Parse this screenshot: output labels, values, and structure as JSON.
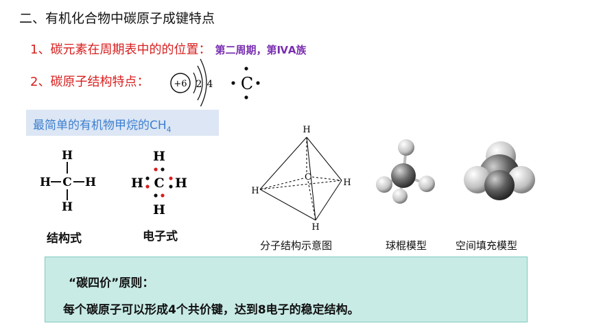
{
  "heading": "二、有机化合物中碳原子成键特点",
  "point1": {
    "text": "1、碳元素在周期表中的的位置：",
    "answer": "第二周期，第ⅣA族"
  },
  "point2": {
    "text": "2、碳原子结构特点："
  },
  "atom": {
    "nucleus": "+6",
    "shell1": "2",
    "shell2": "4",
    "symbol": "C"
  },
  "banner": {
    "text": "最简单的有机物甲烷的CH",
    "subscript": "4"
  },
  "structural": {
    "H": "H",
    "C": "C",
    "label": "结构式"
  },
  "electronic": {
    "H": "H",
    "C": "C",
    "label": "电子式"
  },
  "tetrahedron": {
    "H": "H",
    "C": "C",
    "caption": "分子结构示意图"
  },
  "ball_stick_caption": "球棍模型",
  "space_fill_caption": "空间填充模型",
  "rule": {
    "title": "“碳四价”原则：",
    "body": "每个碳原子可以形成4个共价键，达到8电子的稳定结构。"
  },
  "colors": {
    "red": "#d81e1e",
    "purple": "#7a2fb0",
    "banner_bg": "#dce6f4",
    "banner_text": "#3c7fd0",
    "box_bg": "#c8ebe6"
  }
}
